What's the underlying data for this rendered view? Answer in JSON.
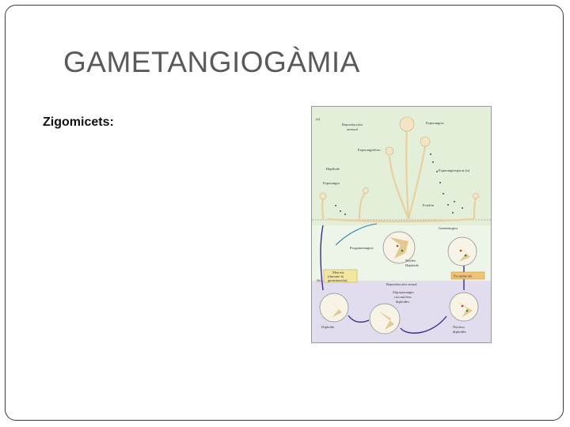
{
  "slide": {
    "title": "GAMETANGIOGÀMIA",
    "subtitle": "Zigomicets:"
  },
  "figure": {
    "panel_a": "(a)",
    "panel_b": "(b)",
    "labels": {
      "asexual_repro_1": "Reproducción",
      "asexual_repro_2": "asexual",
      "esporangios": "Esporangios",
      "esporangioforo": "Esporangióforo",
      "hapliode": "Haplíode",
      "esporangiosporas": "Esporangiosporas (n)",
      "esporangio": "Esporangio",
      "estolon": "Estolón",
      "gametangios": "Gametangios",
      "progametangios": "Progametangios",
      "nucleo_haploide_1": "Núcleo",
      "nucleo_haploide_2": "Haploide",
      "meiosis_1": "Meiosis",
      "meiosis_2": "(durante la",
      "meiosis_3": "germinación)",
      "fecundacion": "Fecundación",
      "repro_sexual": "Reproducción sexual",
      "zigo_1": "Zigosporangio",
      "zigo_2": "con núcleos",
      "zigo_3": "diploides",
      "diploide": "Diploide",
      "nucleos_diploides_1": "Núcleos",
      "nucleos_diploides_2": "diploides"
    },
    "colors": {
      "upper_bg": "#e4efd9",
      "lower_bg": "#e2dcef",
      "hyphae": "#f4e4c6",
      "arrow": "#3a2d8a",
      "fecundacion_box": "#f0c27a",
      "meiosis_box": "#f3e6a0"
    }
  }
}
